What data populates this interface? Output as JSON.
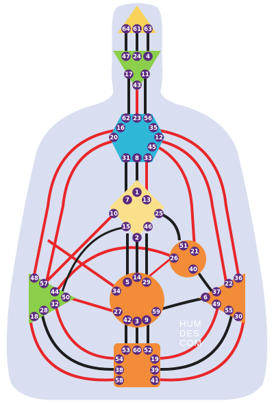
{
  "diagram": {
    "colors": {
      "silhouette": "#d9dff0",
      "silhouette_edge": "#ffffff",
      "channel_red": "#e8262a",
      "channel_black": "#1d1d1d",
      "gate_fill": "#5b2a7e",
      "gate_text": "#ffffff",
      "head": "#f9d25a",
      "ajna": "#8bcf4b",
      "throat": "#2fb7d8",
      "g_center": "#fbe08b",
      "ego": "#f28c38",
      "spleen": "#8bcf4b",
      "sacral": "#f28c38",
      "solar_plexus": "#f28c38",
      "root": "#f28c38"
    },
    "centers": [
      {
        "id": "head",
        "shape": "triangle-up",
        "gates": [
          "64",
          "61",
          "63"
        ]
      },
      {
        "id": "ajna",
        "shape": "triangle-down",
        "gates": [
          "47",
          "24",
          "4",
          "17",
          "11",
          "43"
        ]
      },
      {
        "id": "throat",
        "shape": "hexagon",
        "gates": [
          "62",
          "23",
          "56",
          "16",
          "35",
          "20",
          "12",
          "45",
          "31",
          "8",
          "33"
        ]
      },
      {
        "id": "g",
        "shape": "diamond",
        "gates": [
          "7",
          "1",
          "13",
          "10",
          "25",
          "15",
          "46",
          "2"
        ]
      },
      {
        "id": "ego",
        "shape": "circle",
        "gates": [
          "51",
          "21",
          "26",
          "40"
        ]
      },
      {
        "id": "spleen",
        "shape": "triangle-right",
        "gates": [
          "48",
          "57",
          "44",
          "50",
          "32",
          "28",
          "18"
        ]
      },
      {
        "id": "sacral",
        "shape": "circle",
        "gates": [
          "5",
          "14",
          "29",
          "34",
          "27",
          "42",
          "3",
          "9",
          "59"
        ]
      },
      {
        "id": "solar_plexus",
        "shape": "triangle-left",
        "gates": [
          "36",
          "22",
          "37",
          "6",
          "49",
          "55",
          "30"
        ]
      },
      {
        "id": "root",
        "shape": "square",
        "gates": [
          "53",
          "60",
          "52",
          "54",
          "19",
          "38",
          "39",
          "58",
          "41"
        ]
      }
    ]
  },
  "watermark": {
    "lines": [
      "HUM",
      "DES",
      "COM"
    ]
  }
}
